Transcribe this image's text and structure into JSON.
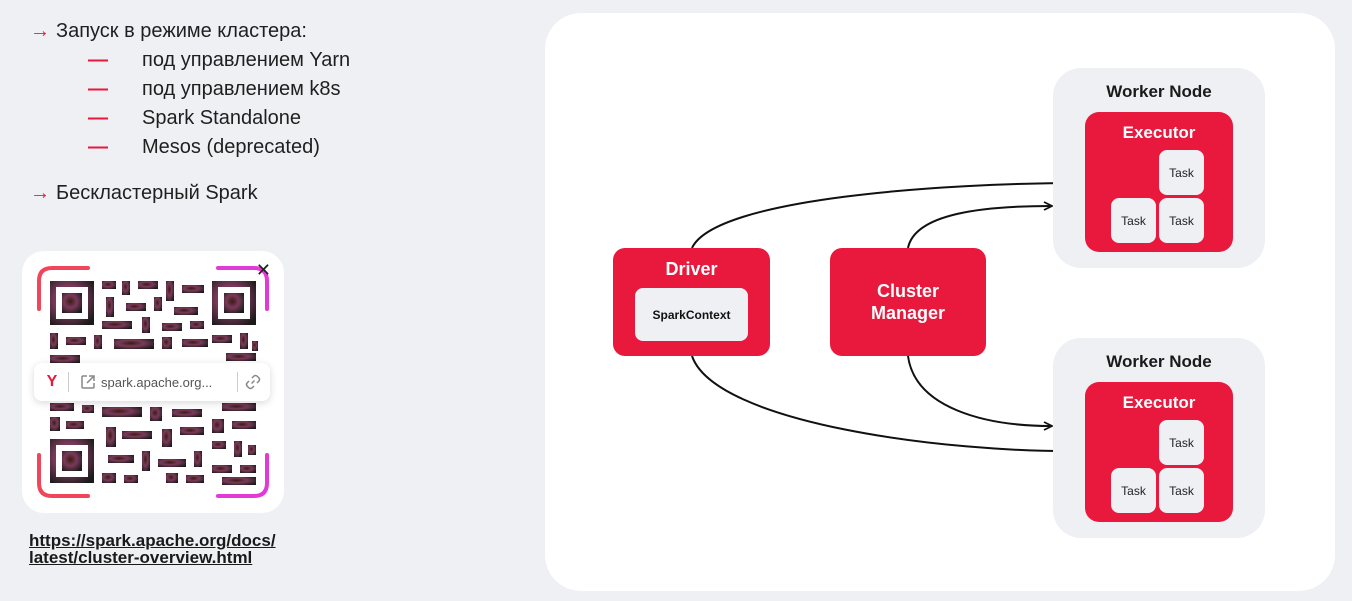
{
  "bullets": {
    "cluster_mode": "Запуск в режиме кластера:",
    "sub_items": [
      "под управлением Yarn",
      "под управлением k8s",
      "Spark Standalone",
      "Mesos (deprecated)"
    ],
    "clusterless": "Бескластерный Spark"
  },
  "qr": {
    "bar_url": "spark.apache.org...",
    "link_text": "https://spark.apache.org/docs/latest/cluster-overview.html",
    "icons": [
      "yandex-logo-icon",
      "external-link-icon",
      "link-icon",
      "close-icon"
    ]
  },
  "diagram": {
    "driver": {
      "title": "Driver",
      "context": "SparkContext"
    },
    "cluster_manager": {
      "line1": "Cluster",
      "line2": "Manager"
    },
    "worker_nodes": [
      {
        "title": "Worker Node",
        "executor": "Executor",
        "tasks": [
          "Task",
          "Task",
          "Task"
        ]
      },
      {
        "title": "Worker Node",
        "executor": "Executor",
        "tasks": [
          "Task",
          "Task",
          "Task"
        ]
      }
    ]
  },
  "colors": {
    "accent": "#e8193c",
    "background": "#eef0f4",
    "panel": "#ffffff"
  }
}
